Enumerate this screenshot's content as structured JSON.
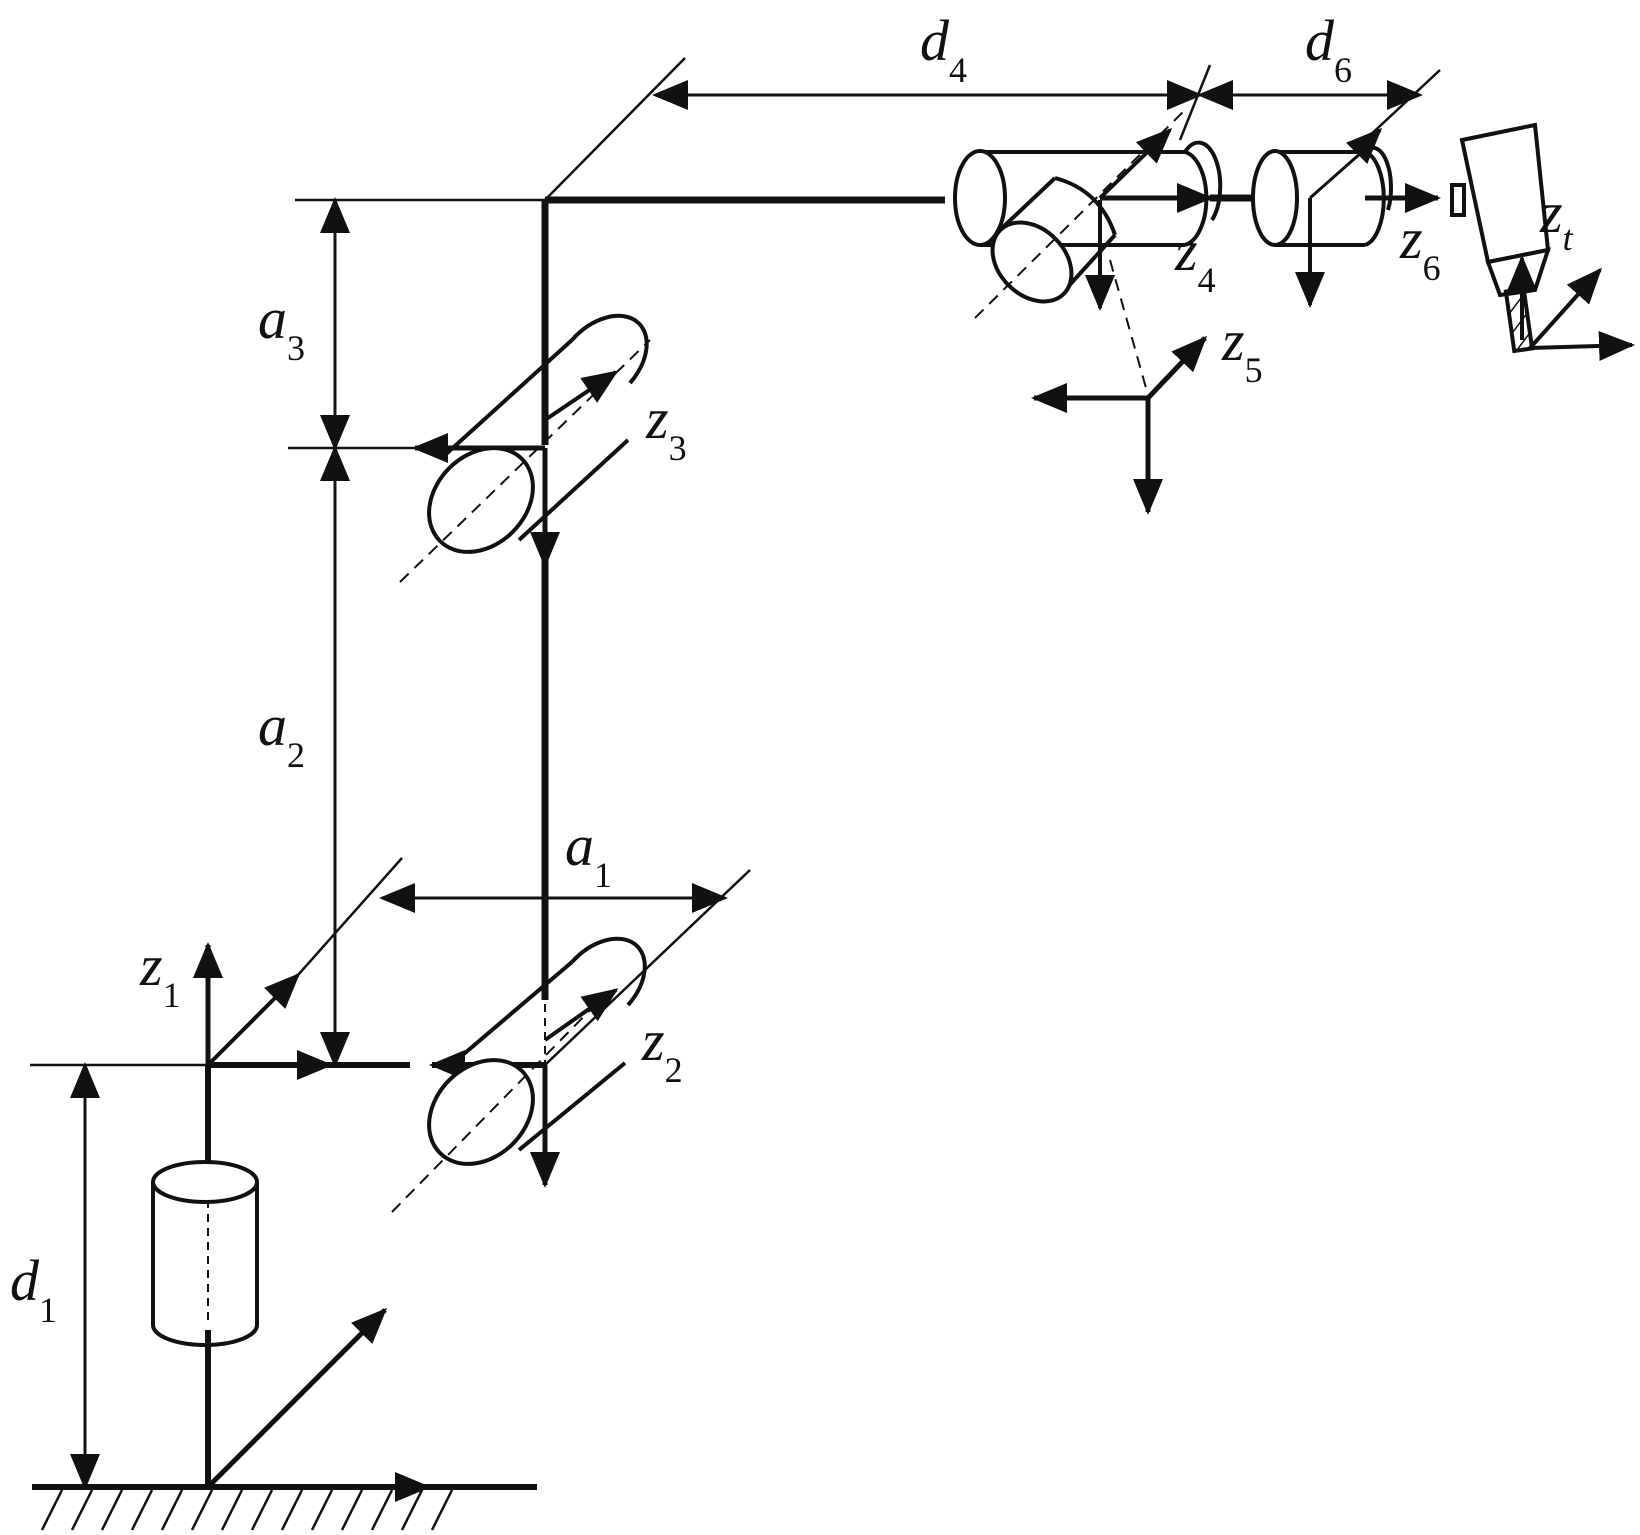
{
  "labels": {
    "d4": {
      "main": "d",
      "sub": "4"
    },
    "d6": {
      "main": "d",
      "sub": "6"
    },
    "a3": {
      "main": "a",
      "sub": "3"
    },
    "a2": {
      "main": "a",
      "sub": "2"
    },
    "a1": {
      "main": "a",
      "sub": "1"
    },
    "d1": {
      "main": "d",
      "sub": "1"
    },
    "z1": {
      "main": "z",
      "sub": "1"
    },
    "z2": {
      "main": "z",
      "sub": "2"
    },
    "z3": {
      "main": "z",
      "sub": "3"
    },
    "z4": {
      "main": "z",
      "sub": "4"
    },
    "z5": {
      "main": "z",
      "sub": "5"
    },
    "z6": {
      "main": "z",
      "sub": "6"
    },
    "zt": {
      "main": "z",
      "sub": "t"
    }
  },
  "colors": {
    "ink": "#111111",
    "background": "#ffffff"
  }
}
